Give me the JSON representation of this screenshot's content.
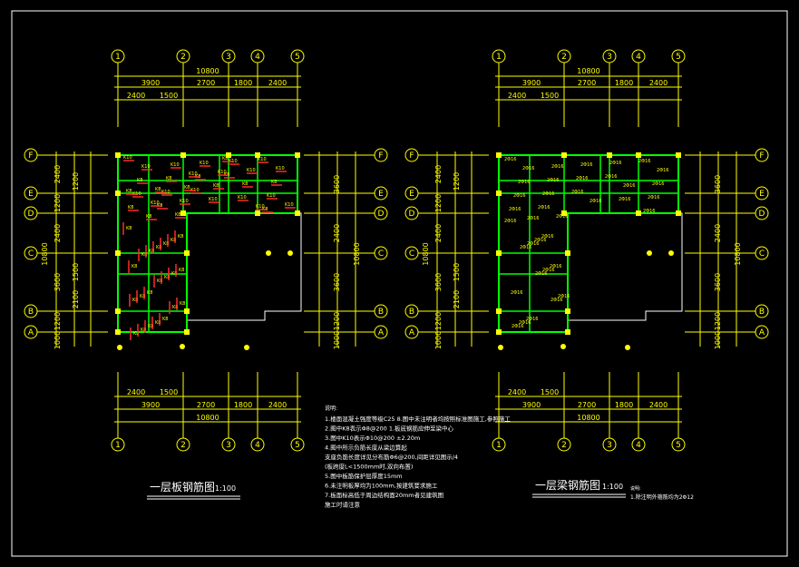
{
  "colors": {
    "background": "#000000",
    "grid": "#ffff00",
    "wall": "#ffffff",
    "slab": "#00ff00",
    "rebar": "#ff2a2a",
    "column": "#ffff00",
    "note": "#ffffff"
  },
  "axes": {
    "vertical": [
      "1",
      "2",
      "3",
      "4",
      "5"
    ],
    "horizontal": [
      "F",
      "E",
      "D",
      "C",
      "B",
      "A"
    ]
  },
  "dims": {
    "top_total": "10800",
    "top_parts": [
      "3900",
      "2700",
      "1800",
      "2400"
    ],
    "top_sub": [
      "2400",
      "1500"
    ],
    "left_parts": [
      "2400",
      "1200",
      "2400",
      "3600",
      "1200",
      "1000"
    ],
    "left_sub": [
      "1200",
      "1200",
      "1500",
      "2100"
    ],
    "left_total": "10800",
    "right_parts": [
      "3600",
      "2400",
      "3600",
      "1200",
      "1000"
    ],
    "right_total": "10800"
  },
  "left_plan": {
    "title": "一层板钢筋图",
    "scale": "1:100"
  },
  "right_plan": {
    "title": "一层梁钢筋图",
    "scale": "1:100",
    "note_head": "说明:",
    "note_text": "1.除注明外箍筋均为2Φ12"
  },
  "notes": {
    "head": "说明:",
    "lines": [
      "1.楼面混凝土强度等级C25   8.图中未注明者均按照标准图施工,参照施工",
      "2.图中K8表示Φ8@200   1.板底钢筋应伸至梁中心",
      "3.图中K10表示Φ10@200   ±2.20m",
      "4.图中所示负筋长度从梁边算起",
      "  支座负筋长度详见分布筋Φ6@200,间距详见图示/4",
      "  (板跨度L<1500mm时,双向布置)",
      "5.图中板筋保护层厚度15mm",
      "6.未注明板厚均为100mm,按建筑要求施工",
      "7.板面标高低于周边结构面20mm者见建筑图",
      "  施工时请注意"
    ]
  },
  "labels": {
    "k8": "K8",
    "k10": "K10",
    "phi": "Φ8@200",
    "beam": "2Φ16"
  }
}
